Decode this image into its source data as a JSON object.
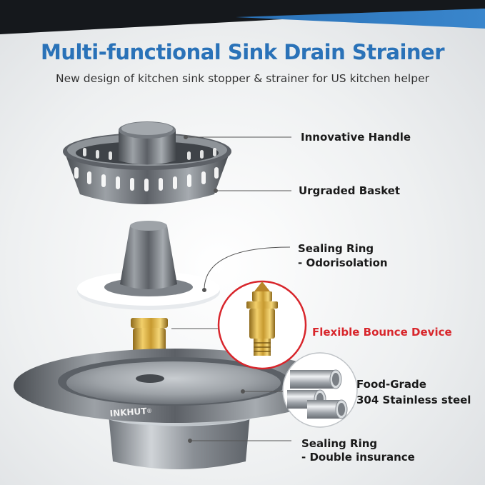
{
  "title": "Multi-functional Sink Drain Strainer",
  "subtitle": "New design of kitchen sink stopper & strainer for US kitchen helper",
  "brand": "INKHUT",
  "brand_mark": "®",
  "colors": {
    "banner_dark": "#15181c",
    "banner_blue": "#2a72b8",
    "title_blue": "#2a72b8",
    "callout_red": "#d8262c",
    "steel": "#8a8f95",
    "brass": "#d9a93a"
  },
  "labels": {
    "handle": "Innovative Handle",
    "basket": "Urgraded Basket",
    "sealing_ring_1_line1": "Sealing Ring",
    "sealing_ring_1_line2": "- Odorisolation",
    "bounce": "Flexible Bounce Device",
    "food_grade_line1": "Food-Grade",
    "food_grade_line2": "304 Stainless steel",
    "sealing_ring_2_line1": "Sealing Ring",
    "sealing_ring_2_line2": "- Double insurance"
  }
}
